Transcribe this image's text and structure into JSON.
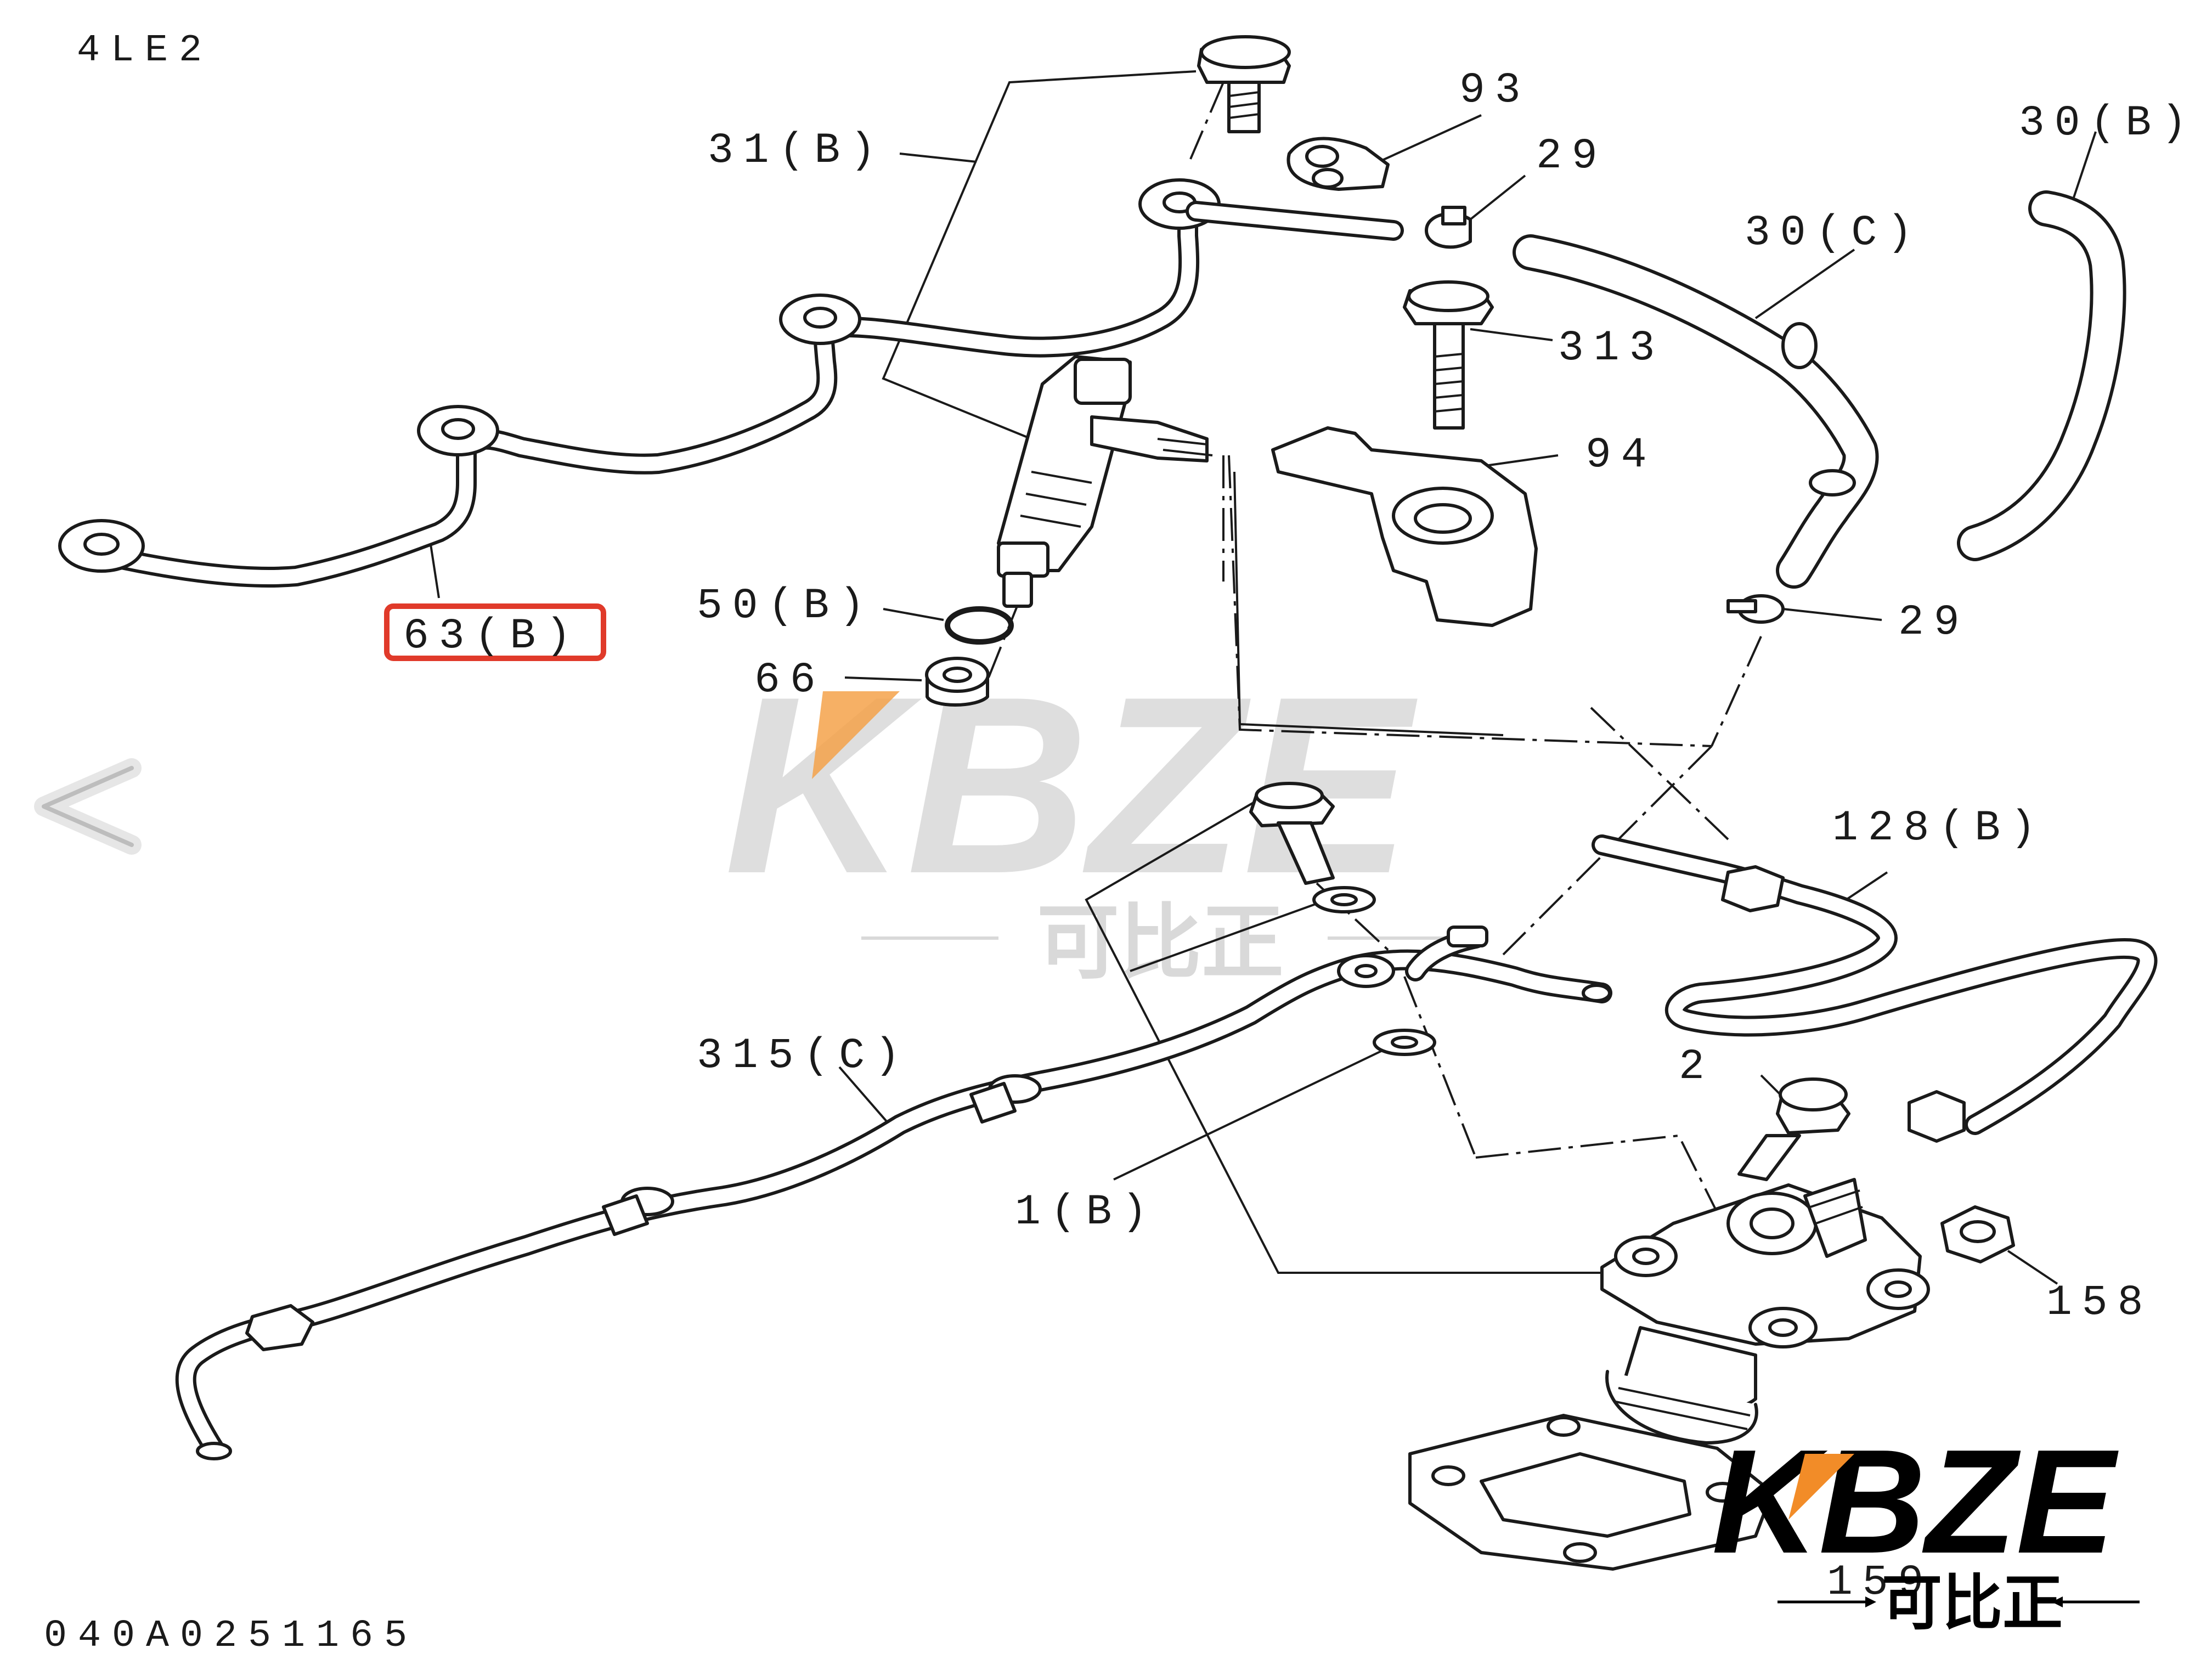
{
  "model": "4LE2",
  "drawing_number": "040A0251165",
  "highlighted_part": "63(B)",
  "highlight_color": "#e03a2a",
  "part_labels": {
    "p31b": "31(B)",
    "p93": "93",
    "p29_top": "29",
    "p30b": "30(B)",
    "p30c": "30(C)",
    "p313": "313",
    "p94": "94",
    "p63b": "63(B)",
    "p50b": "50(B)",
    "p66": "66",
    "p29_mid": "29",
    "p128b": "128(B)",
    "p315c": "315(C)",
    "p2": "2",
    "p1b": "1(B)",
    "p158": "158",
    "p159": "159"
  },
  "watermark": {
    "brand": "KBZE",
    "chinese": "可比正",
    "accent_color": "#f5a24a"
  },
  "logo": {
    "brand": "KBZE",
    "chinese": "可比正",
    "accent_color": "#f28c28"
  },
  "nav": {
    "prev_icon": "chevron-left-icon"
  }
}
